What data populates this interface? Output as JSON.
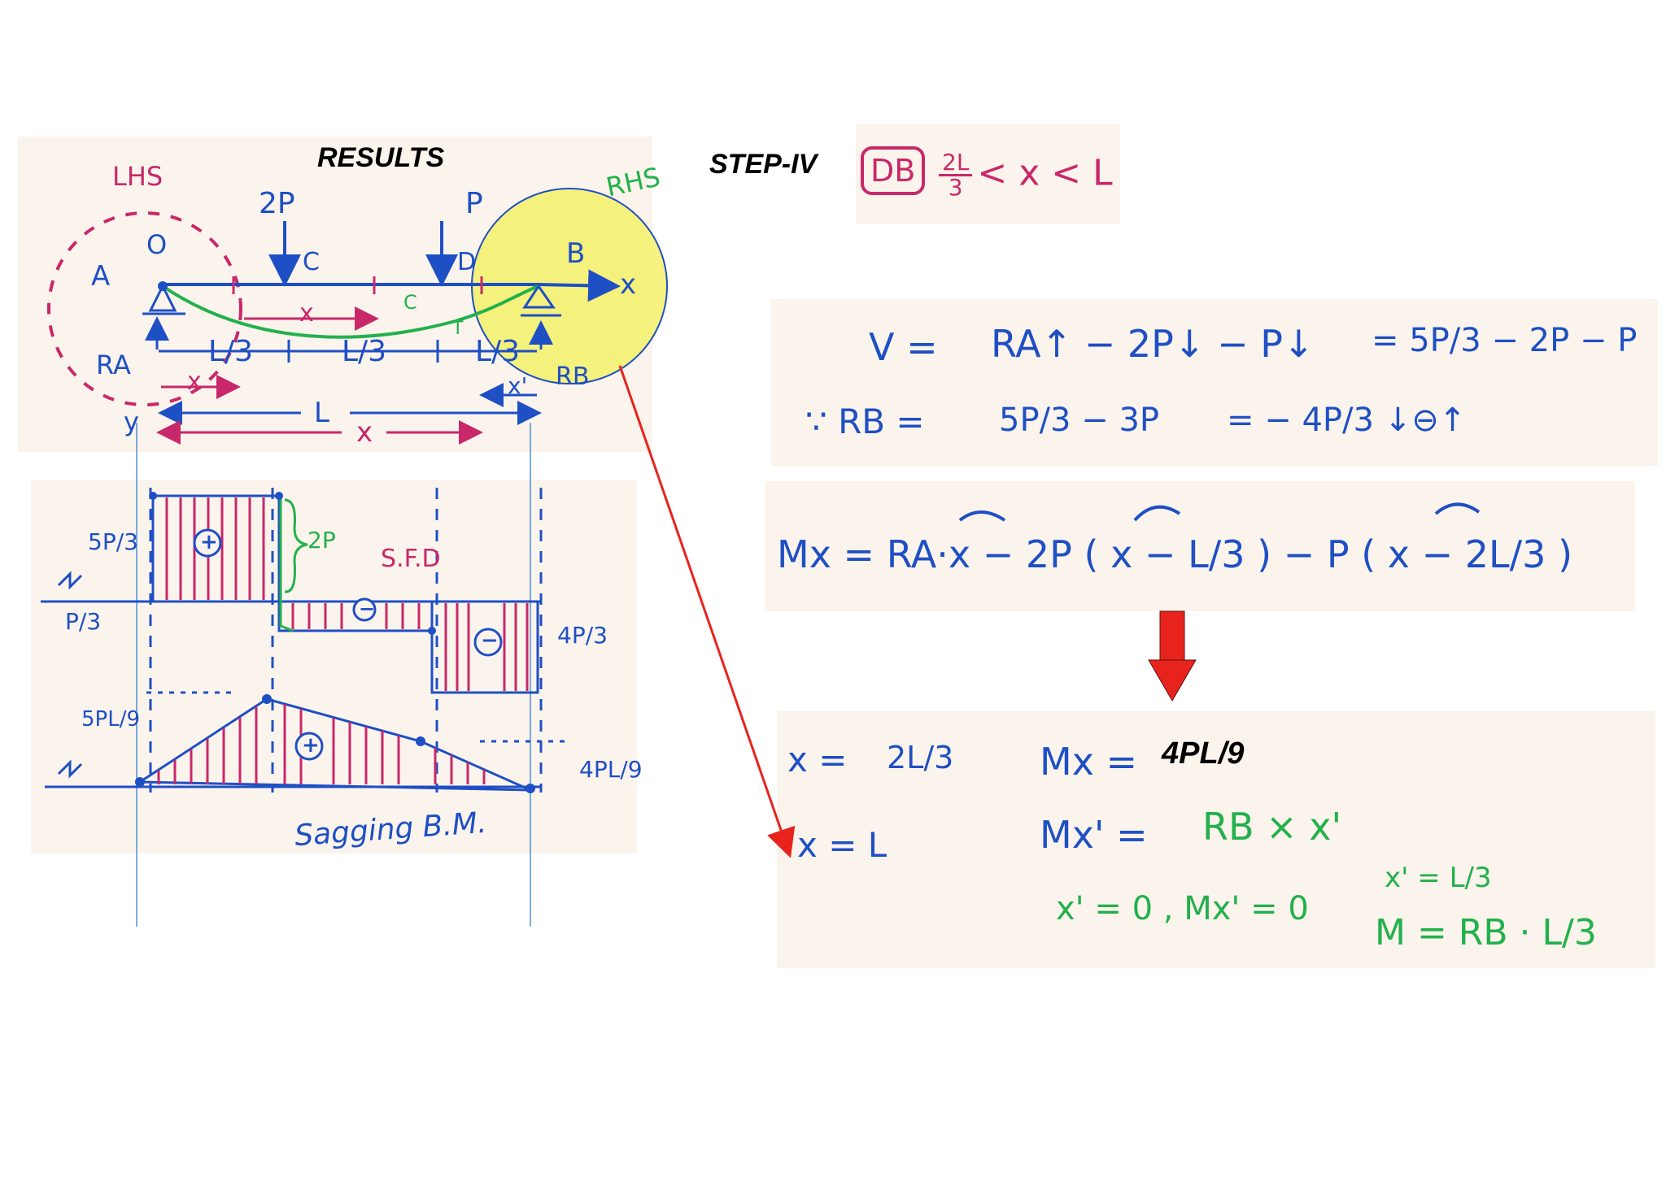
{
  "header": {
    "results": "RESULTS",
    "step": "STEP-IV",
    "db_tag": "DB",
    "range_num": "2L",
    "range_den": "3",
    "range_rest": "< x < L"
  },
  "beam": {
    "lhs": "LHS",
    "rhs": "RHS",
    "load_c": "2P",
    "load_d": "P",
    "point_c": "C",
    "point_d": "D",
    "point_a": "A",
    "point_b": "B",
    "origin": "O",
    "axis_x": "x",
    "axis_y": "y",
    "reaction_a": "RA",
    "reaction_b": "RB",
    "seg1": "L/3",
    "seg2": "L/3",
    "seg3": "L/3",
    "span": "L",
    "x_dim": "x",
    "x_prime": "x'",
    "curve_c": "C",
    "curve_t": "T"
  },
  "sfd": {
    "title": "S.F.D",
    "left_top": "5P/3",
    "left_mid": "P/3",
    "jump": "2P",
    "right": "4P/3",
    "plus": "+",
    "minus": "−"
  },
  "bmd": {
    "left": "5PL/9",
    "right": "4PL/9",
    "plus": "+",
    "caption": "Sagging B.M."
  },
  "shear_box": {
    "line1_lhs": "V =",
    "line1_rhs": "RA↑ − 2P↓ − P↓",
    "line1_eq": "= 5P/3 − 2P − P",
    "line2_lhs": "∵ RB =",
    "line2_mid": "5P/3 − 3P",
    "line2_rhs": "= − 4P/3  ↓⊖↑"
  },
  "moment_box": {
    "equation": "Mx = RA·x − 2P ( x − L/3 ) − P ( x − 2L/3 )"
  },
  "result_box": {
    "row1_x": "x =",
    "row1_x_val": "2L/3",
    "row1_m": "Mx =",
    "row1_val": "4PL/9",
    "row2_x": "x = L",
    "row2_m": "Mx' =",
    "row2_val": "RB × x'",
    "row3_a": "x' = 0 , Mx' = 0",
    "row3_b": "x' = L/3",
    "row4": "M = RB · L/3"
  },
  "colors": {
    "blue_ink": "#1f4fc4",
    "pink_ink": "#c8286a",
    "green_ink": "#22b14c",
    "highlight": "#f3f06a",
    "arrow_red": "#e8231d"
  }
}
